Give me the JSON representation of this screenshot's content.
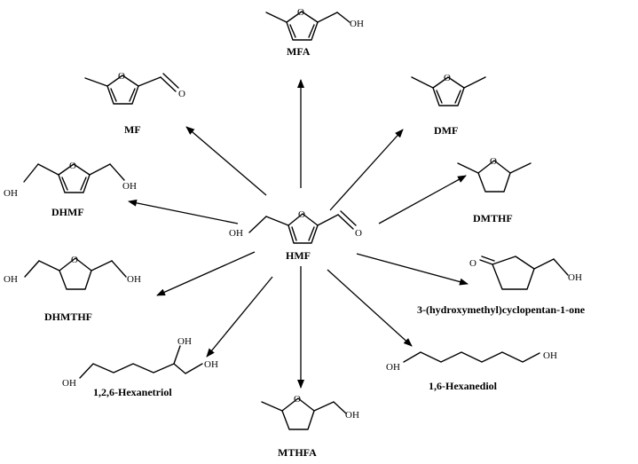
{
  "atoms": {
    "oxygen": "O",
    "hydroxyl": "OH"
  },
  "compounds": {
    "hmf": "HMF",
    "mfa": "MFA",
    "mf": "MF",
    "dmf": "DMF",
    "dhmf": "DHMF",
    "dmthf": "DMTHF",
    "dhmthf": "DHMTHF",
    "hydroxymethyl_cyclopentanone": "3-(hydroxymethyl)cyclopentan-1-one",
    "hexanetriol": "1,2,6-Hexanetriol",
    "hexanediol": "1,6-Hexanediol",
    "mthfa": "MTHFA"
  }
}
